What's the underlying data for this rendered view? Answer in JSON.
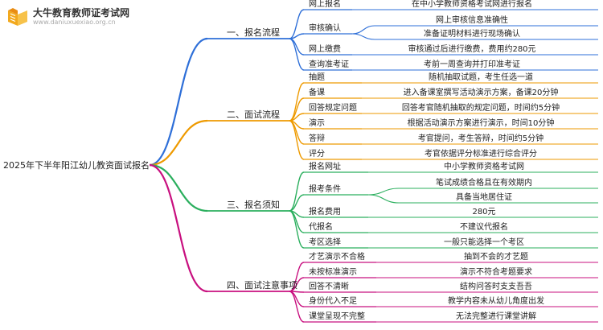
{
  "brand": {
    "name": "大牛教育教师证考试网",
    "url": "www.daniuxuexiao.org.cn",
    "icon": "book-icon"
  },
  "root": {
    "label": "2025年下半年阳江幼儿教资面试报名"
  },
  "branches": [
    {
      "label": "一、报名流程",
      "color": "#2E6FD8",
      "items": [
        {
          "label": "网上报名",
          "children": [
            "在中小学教师资格考试网进行报名"
          ]
        },
        {
          "label": "审核确认",
          "children": [
            "网上审核信息准确性",
            "准备证明材料进行现场确认"
          ]
        },
        {
          "label": "网上缴费",
          "children": [
            "审核通过后进行缴费，费用约280元"
          ]
        },
        {
          "label": "查询准考证",
          "children": [
            "考前一周查询并打印准考证"
          ]
        }
      ]
    },
    {
      "label": "二、面试流程",
      "color": "#EE9A00",
      "items": [
        {
          "label": "抽题",
          "children": [
            "随机抽取试题，考生任选一道"
          ]
        },
        {
          "label": "备课",
          "children": [
            "进入备课室撰写活动演示方案，备课20分钟"
          ]
        },
        {
          "label": "回答规定问题",
          "children": [
            "回答考官随机抽取的规定问题，时间约5分钟"
          ]
        },
        {
          "label": "演示",
          "children": [
            "根据活动演示方案进行演示，时间10分钟"
          ]
        },
        {
          "label": "答辩",
          "children": [
            "考官提问，考生答辩，时间约5分钟"
          ]
        },
        {
          "label": "评分",
          "children": [
            "考官依据评分标准进行综合评分"
          ]
        }
      ]
    },
    {
      "label": "三、报名须知",
      "color": "#2BAF5E",
      "items": [
        {
          "label": "报名网址",
          "children": [
            "中小学教师资格考试网"
          ]
        },
        {
          "label": "报考条件",
          "children": [
            "笔试成绩合格且在有效期内",
            "具备当地居住证"
          ]
        },
        {
          "label": "报名费用",
          "children": [
            "280元"
          ]
        },
        {
          "label": "代报名",
          "children": [
            "不建议代报名"
          ]
        },
        {
          "label": "考区选择",
          "children": [
            "一般只能选择一个考区"
          ]
        }
      ]
    },
    {
      "label": "四、面试注意事项",
      "color": "#C8107F",
      "items": [
        {
          "label": "才艺演示不合格",
          "children": [
            "抽到不会的才艺题"
          ]
        },
        {
          "label": "未按标准演示",
          "children": [
            "演示不符合考题要求"
          ]
        },
        {
          "label": "回答不清晰",
          "children": [
            "结构问答时支支吾吾"
          ]
        },
        {
          "label": "身份代入不足",
          "children": [
            "教学内容未从幼儿角度出发"
          ]
        },
        {
          "label": "课堂呈现不完整",
          "children": [
            "无法完整进行课堂讲解"
          ]
        }
      ]
    }
  ]
}
